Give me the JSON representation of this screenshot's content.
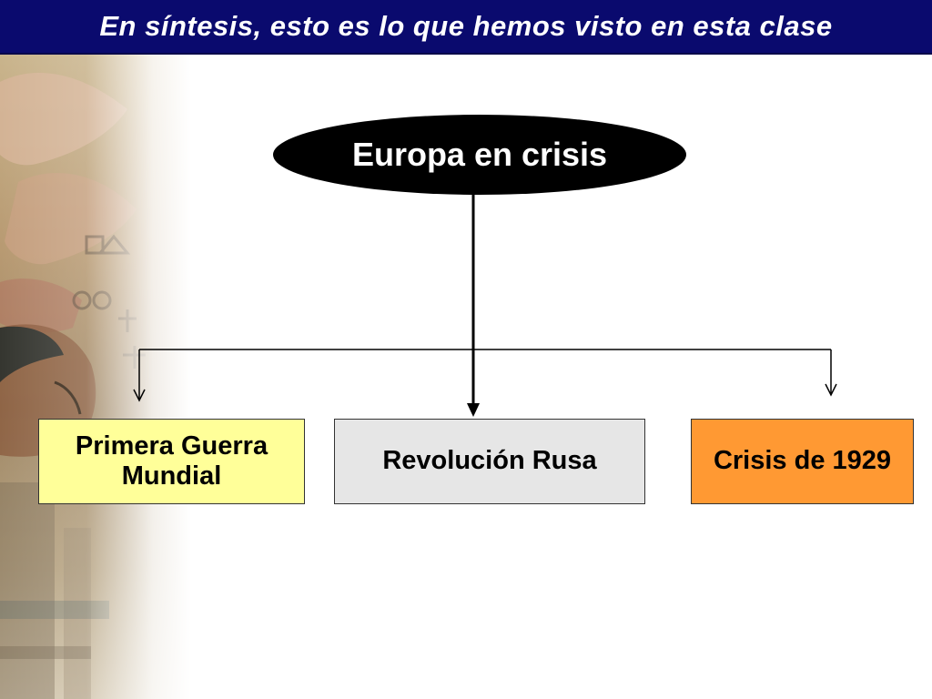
{
  "slide": {
    "title": "En síntesis, esto es lo que hemos visto en esta clase"
  },
  "diagram": {
    "root": {
      "label": "Europa en crisis",
      "fill": "#000000",
      "text_color": "#ffffff"
    },
    "children": [
      {
        "label": "Primera Guerra\nMundial",
        "fill": "#ffff99"
      },
      {
        "label": "Revolución Rusa",
        "fill": "#e6e6e6"
      },
      {
        "label": "Crisis de 1929",
        "fill": "#ff9933"
      }
    ]
  },
  "colors": {
    "title_bar": "#0a0a6e",
    "title_text": "#ffffff",
    "connector": "#000000"
  }
}
